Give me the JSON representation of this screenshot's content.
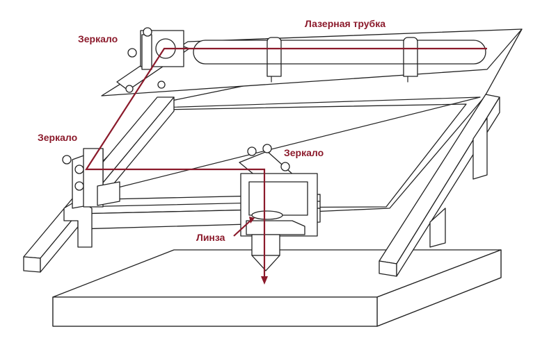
{
  "colors": {
    "beam": "#8b1a2b",
    "label": "#8b1a2b",
    "line": "#222222"
  },
  "labels": {
    "tube": "Лазерная трубка",
    "mirror1": "Зеркало",
    "mirror2": "Зеркало",
    "mirror3": "Зеркало",
    "lens": "Линза"
  }
}
